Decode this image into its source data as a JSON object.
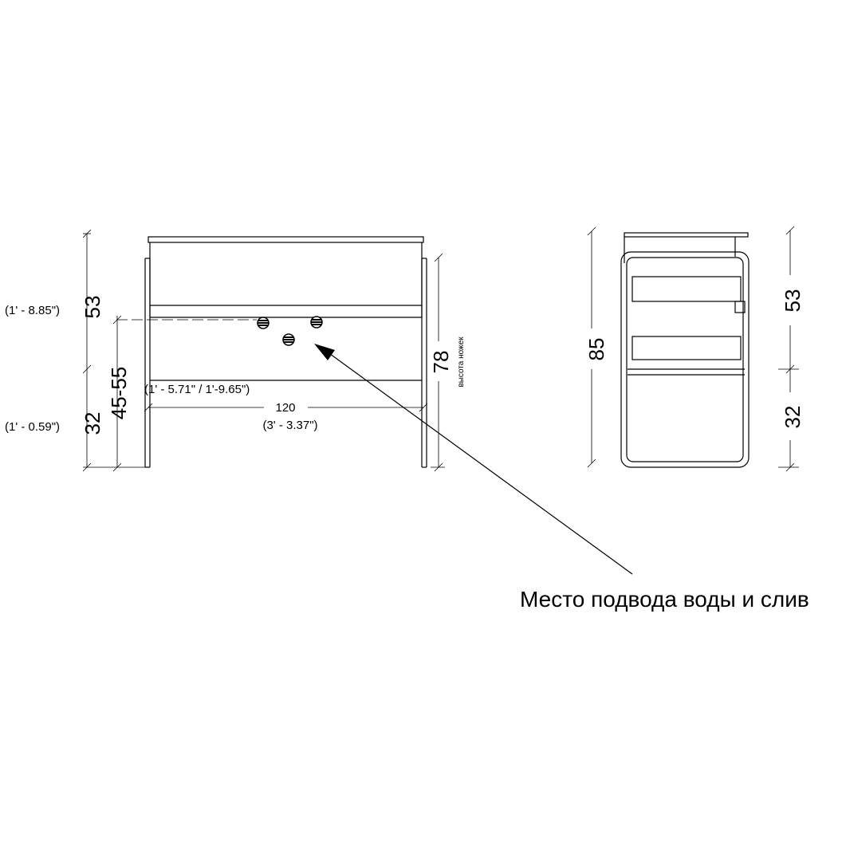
{
  "front_view": {
    "depth_top": "53",
    "depth_top_imperial": "(1' - 8.85\")",
    "depth_bottom": "32",
    "depth_bottom_imperial": "(1' - 0.59\")",
    "pipe_height": "45-55",
    "pipe_height_imperial": "(1' - 5.71\" / 1'-9.65\")",
    "width": "120",
    "width_imperial": "(3' - 3.37\")",
    "leg_height": "78",
    "leg_height_note": "высота ножек"
  },
  "side_view": {
    "total_height": "85",
    "depth_top": "53",
    "depth_bottom": "32"
  },
  "annotation": {
    "caption": "Место подвода воды и слив"
  }
}
